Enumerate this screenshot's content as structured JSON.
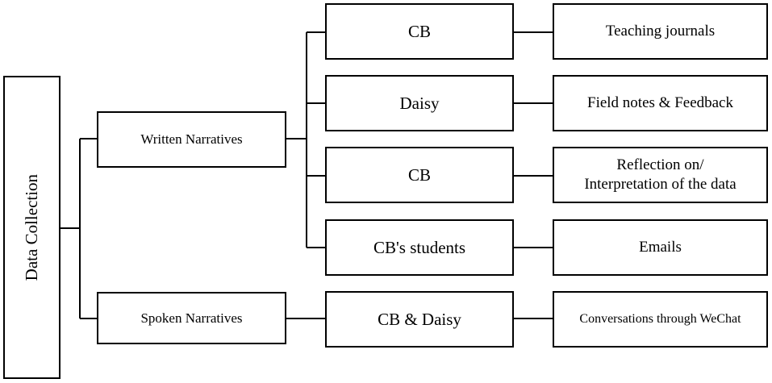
{
  "diagram": {
    "root": {
      "label": "Data Collection"
    },
    "groups": [
      {
        "label": "Written Narratives",
        "items": [
          {
            "source": "CB",
            "data": "Teaching journals"
          },
          {
            "source": "Daisy",
            "data": "Field notes & Feedback"
          },
          {
            "source": "CB",
            "data": "Reflection on/\nInterpretation of the data"
          },
          {
            "source": "CB's students",
            "data": "Emails"
          }
        ]
      },
      {
        "label": "Spoken Narratives",
        "items": [
          {
            "source": "CB & Daisy",
            "data": "Conversations through WeChat"
          }
        ]
      }
    ]
  }
}
